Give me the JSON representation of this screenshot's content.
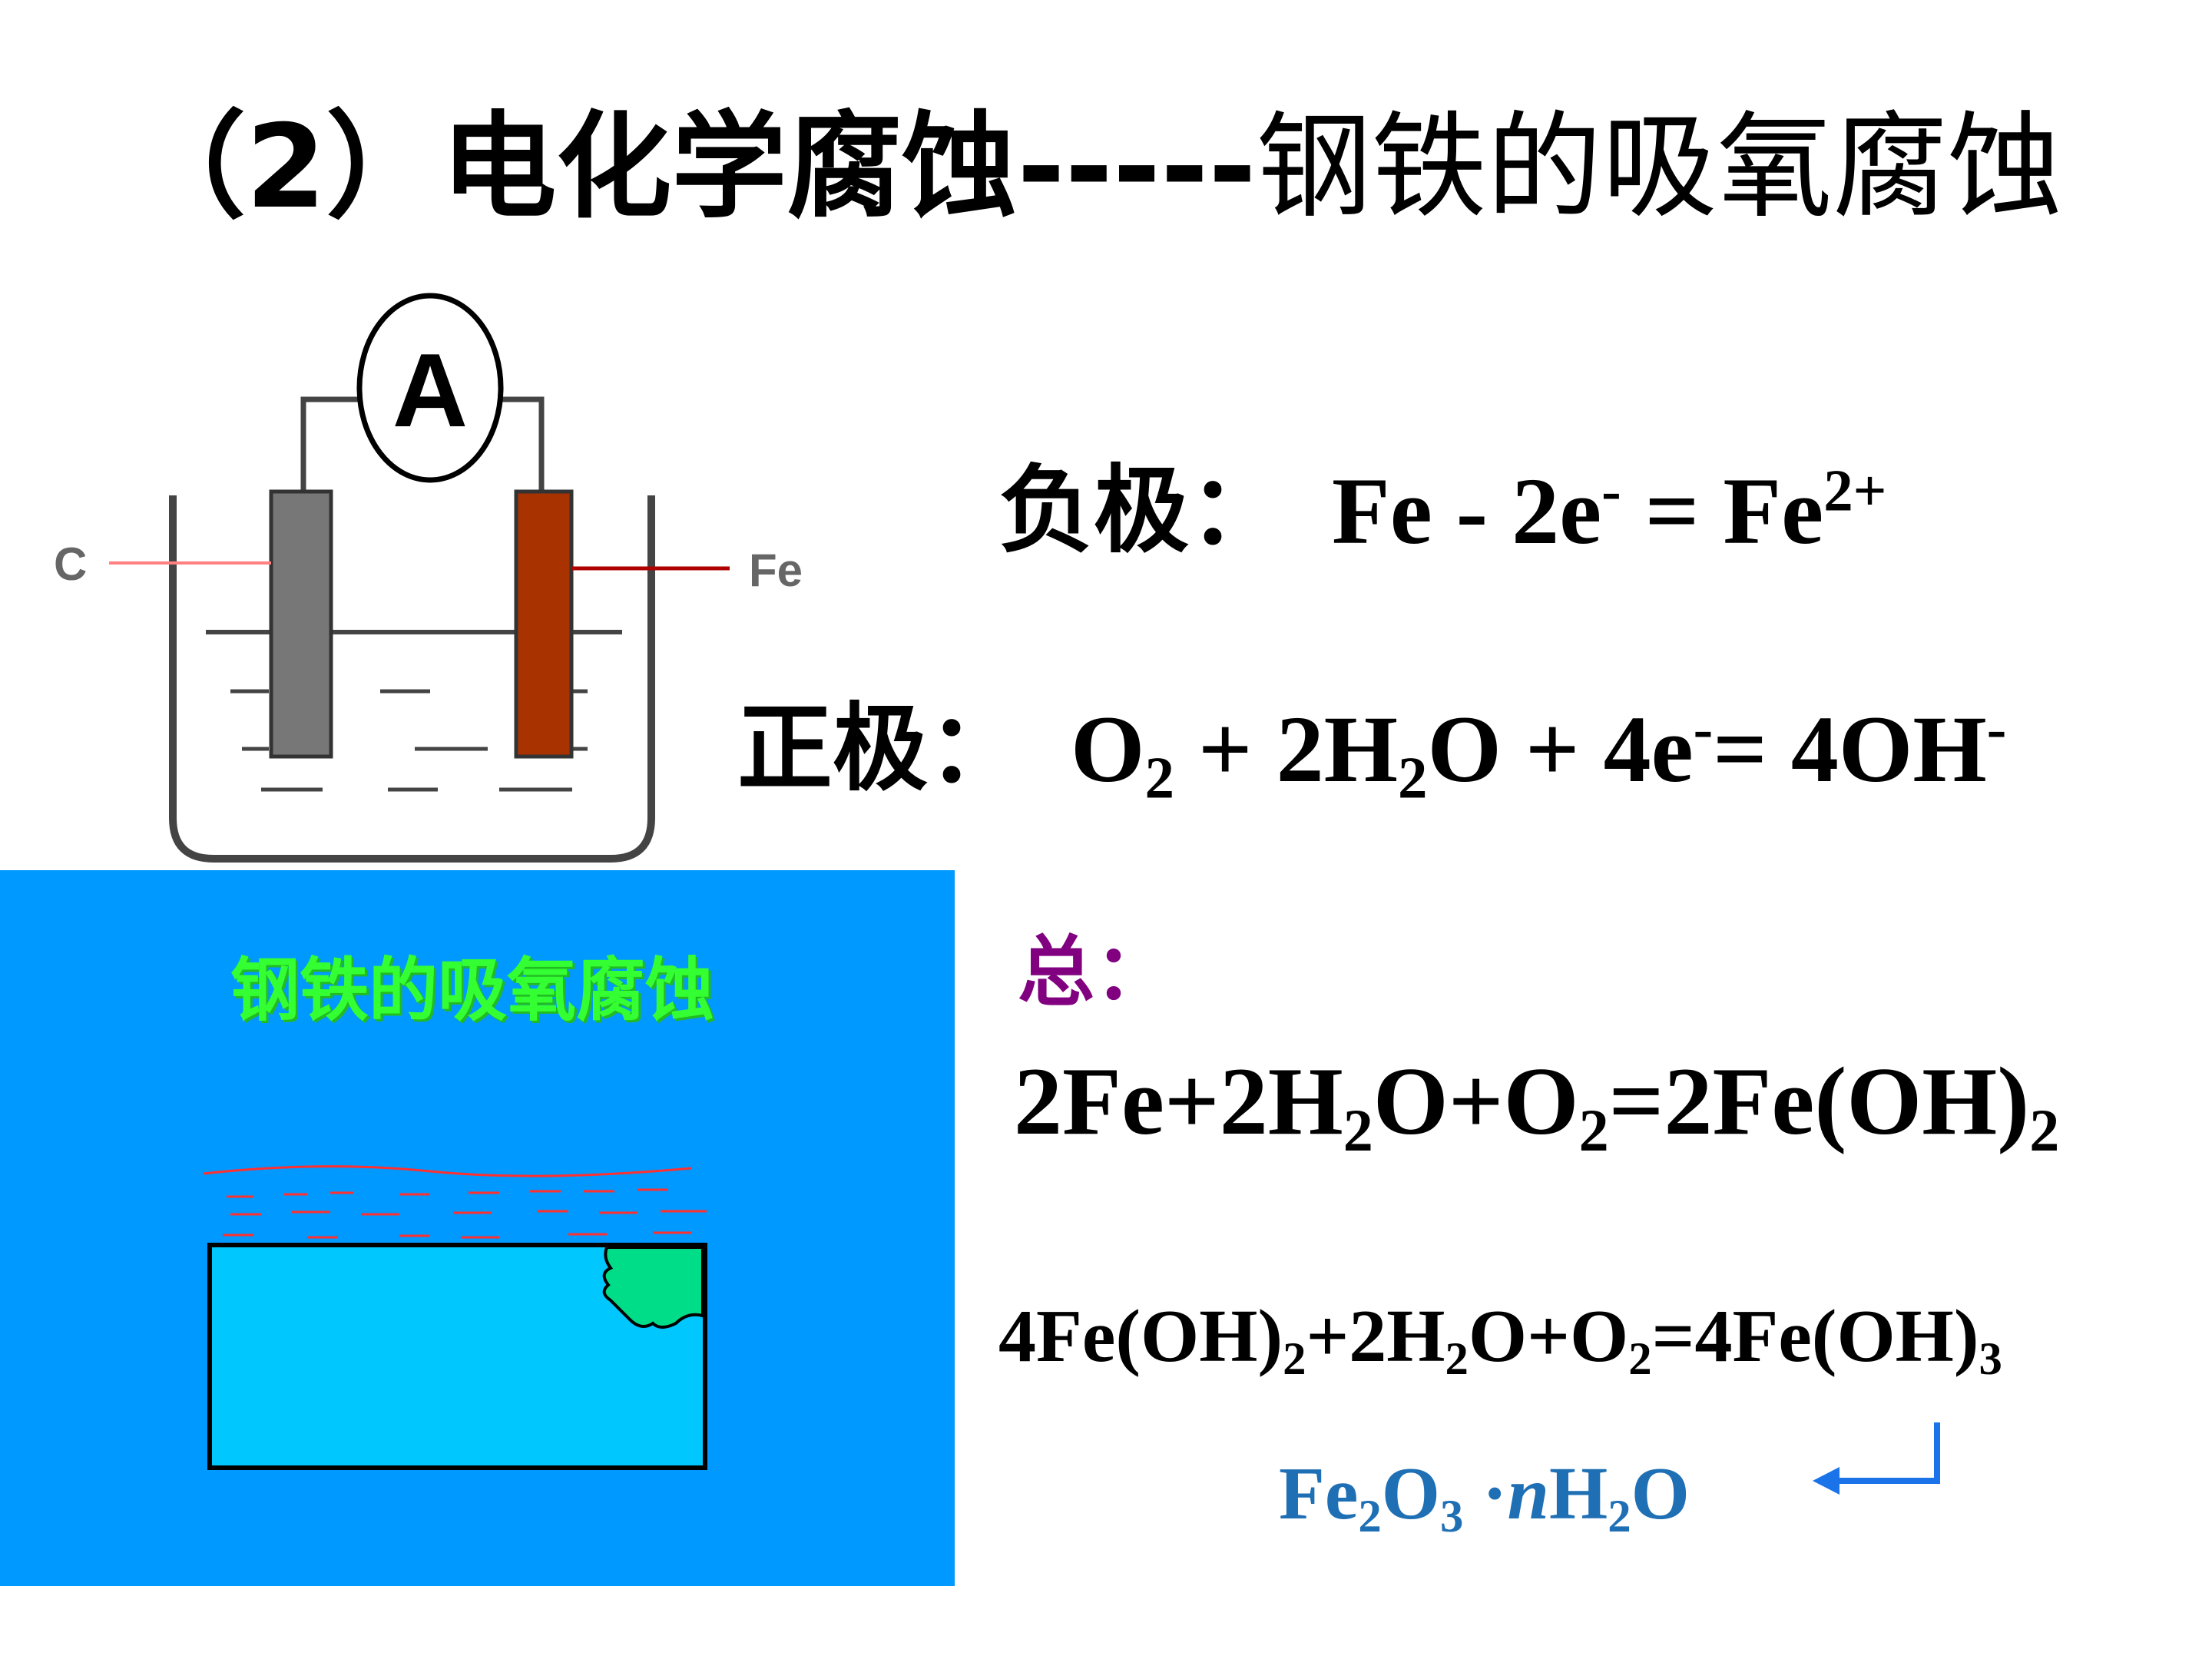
{
  "title": {
    "prefix": "（2）电化学腐蚀",
    "dashes": "-----",
    "suffix": "钢铁的吸氧腐蚀"
  },
  "diagram": {
    "ammeter": "A",
    "left_electrode": "C",
    "right_electrode": "Fe",
    "colors": {
      "carbon": "#777777",
      "iron": "#a83200",
      "carbon_lead": "#ff8080",
      "iron_lead": "#b00000"
    }
  },
  "negative": {
    "label": "负极：",
    "lhs": "Fe - 2e",
    "lhs_sup": "-",
    "eq": " = Fe",
    "rhs_sup": "2+"
  },
  "positive": {
    "label": "正极：",
    "p1": "O",
    "s1": "2",
    "p2": " + 2H",
    "s2": "2",
    "p3": "O + 4e",
    "sup1": "-",
    "p4": "= 4OH",
    "sup2": "-"
  },
  "total": {
    "label": "总：",
    "p1": "2Fe+2H",
    "s1": "2",
    "p2": "O+O",
    "s2": "2",
    "p3": "=2Fe(OH)",
    "s3": "2"
  },
  "second": {
    "p1": "4Fe(OH)",
    "s1": "2",
    "p2": "+2H",
    "s2": "2",
    "p3": "O+O",
    "s3": "2",
    "p4": "=4Fe(OH)",
    "s4": "3"
  },
  "rust": {
    "p1": "Fe",
    "s1": "2",
    "p2": "O",
    "s2": "3",
    "dot": " ·",
    "n": "n",
    "p3": "H",
    "s3": "2",
    "p4": "O",
    "color": "#1f6fb5"
  },
  "panel": {
    "title": "钢铁的吸氧腐蚀",
    "colors": {
      "background": "#0099ff",
      "title": "#33ff33",
      "metal": "#00c8ff",
      "rust_spot": "#00dd88",
      "water_lines": "#ff3030"
    }
  }
}
